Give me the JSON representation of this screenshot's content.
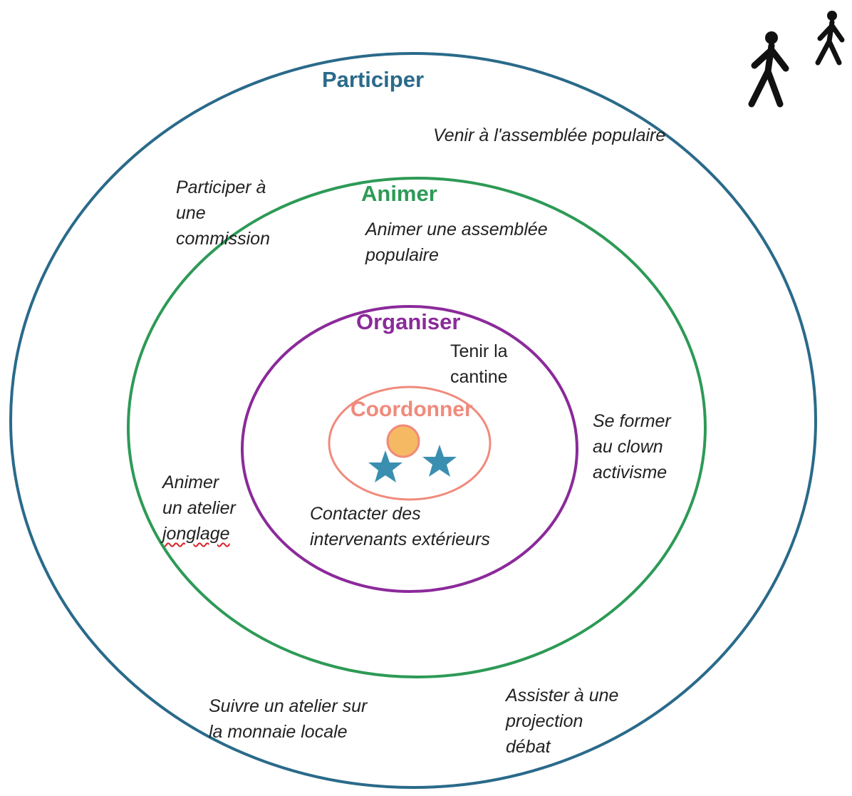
{
  "colors": {
    "participer": "#2a6a8a",
    "animer": "#2d9a56",
    "organiser": "#8b2a9a",
    "coordonner": "#f08a7c",
    "text": "#222222",
    "star": "#3a8fb0",
    "dot_fill": "#f5b963",
    "dot_stroke": "#f08a7c",
    "walker": "#111111",
    "spellcheck": "#d8232a"
  },
  "rings": {
    "participer": {
      "title": "Participer"
    },
    "animer": {
      "title": "Animer"
    },
    "organiser": {
      "title": "Organiser"
    },
    "coordonner": {
      "title": "Coordonner"
    }
  },
  "labels": {
    "venir_assemblee": "Venir à l'assemblée populaire",
    "participer_commission": "Participer à\nune\ncommission",
    "animer_assemblee": "Animer une assemblée\npopulaire",
    "tenir_cantine": "Tenir la\ncantine",
    "se_former": "Se former\nau clown\nactivisme",
    "animer_atelier_prefix": "Animer\nun atelier\n",
    "animer_atelier_word": "jonglage",
    "contacter": "Contacter des\nintervenants extérieurs",
    "suivre_atelier": "Suivre un atelier sur\nla monnaie locale",
    "assister_projection": "Assister à une\nprojection\ndébat"
  },
  "icons": {
    "walkers": "walking-person-icon",
    "stars": "star-icon",
    "dot": "circle-dot-icon"
  }
}
